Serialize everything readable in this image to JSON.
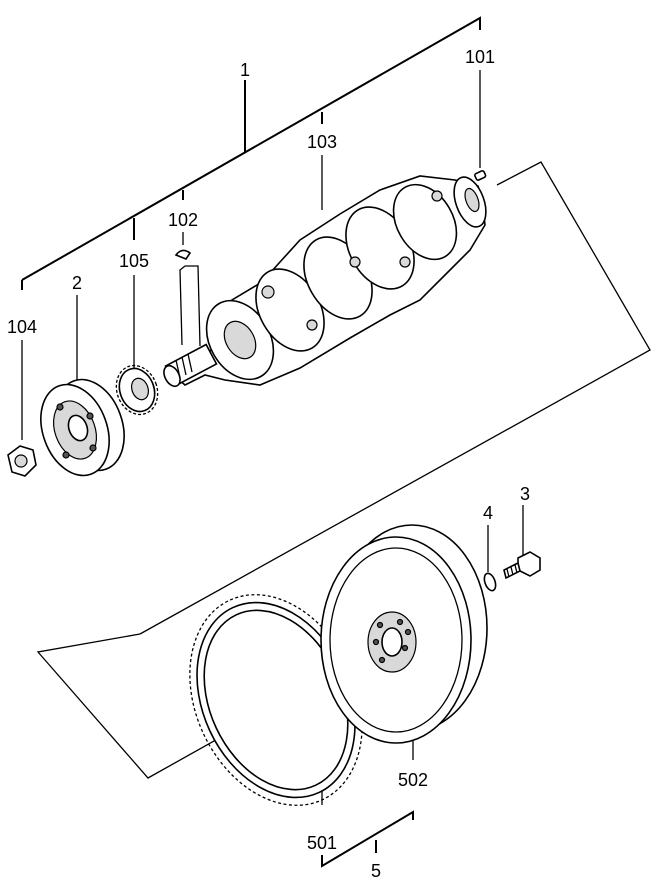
{
  "labels": {
    "l1": "1",
    "l2": "2",
    "l3": "3",
    "l4": "4",
    "l5": "5",
    "l101": "101",
    "l102": "102",
    "l103": "103",
    "l104": "104",
    "l105": "105",
    "l501": "501",
    "l502": "502"
  }
}
